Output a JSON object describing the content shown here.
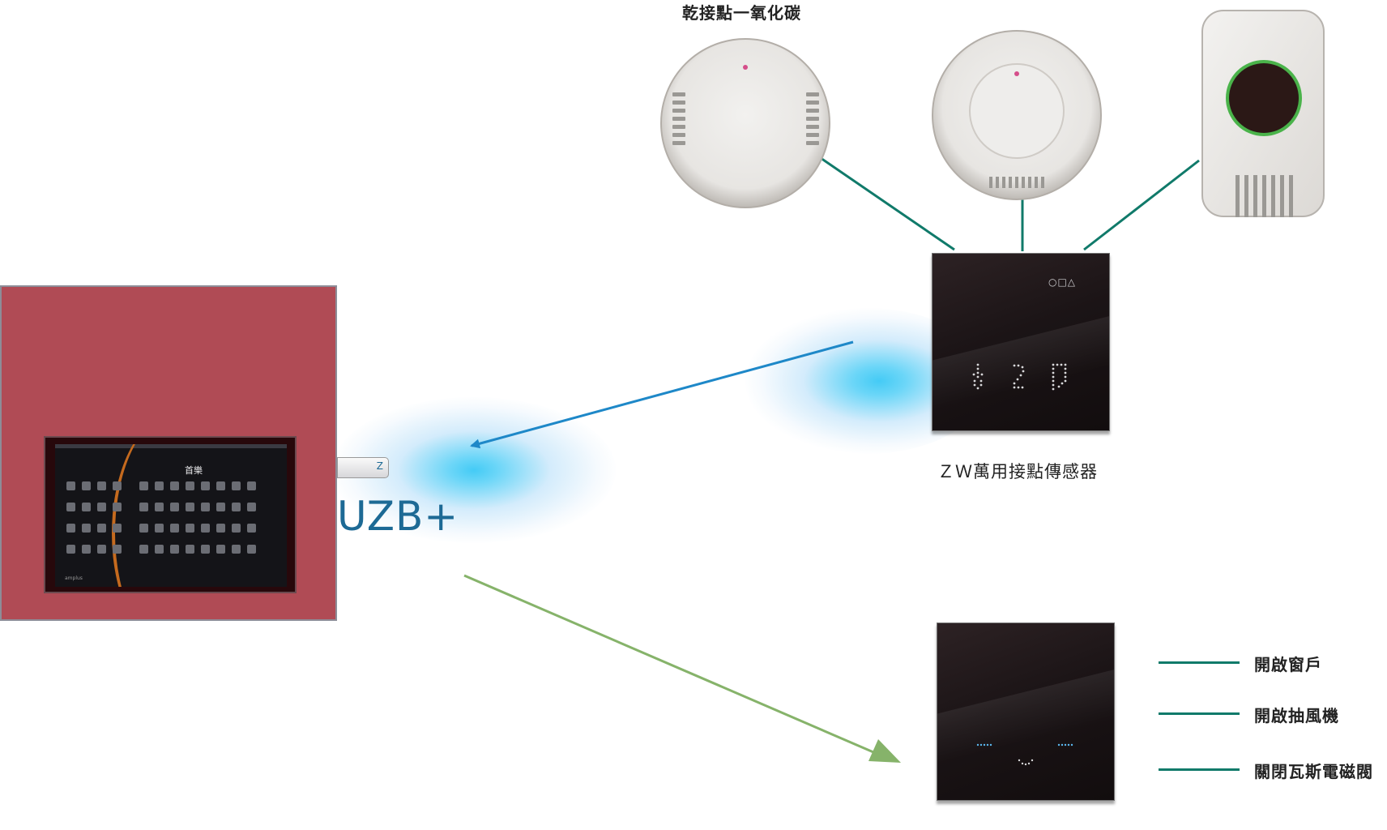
{
  "labels": {
    "co_sensor": "乾接點一氧化碳",
    "universal_sensor": "ＺＷ萬用接點傳感器",
    "uzb": "UZB+",
    "dongle_mark": "Z"
  },
  "tablet": {
    "screen_title": "首樂",
    "footer": "amplus"
  },
  "sensor_panel": {
    "indicator_icons": "○□△"
  },
  "actions": [
    "開啟窗戶",
    "開啟抽風機",
    "關閉瓦斯電磁閥"
  ],
  "colors": {
    "panel_red": "#b04b55",
    "wire_green": "#107a6a",
    "zwave_blue": "#1e88c8",
    "control_green": "#86b36a",
    "uzb_blue": "#1d6a95"
  }
}
